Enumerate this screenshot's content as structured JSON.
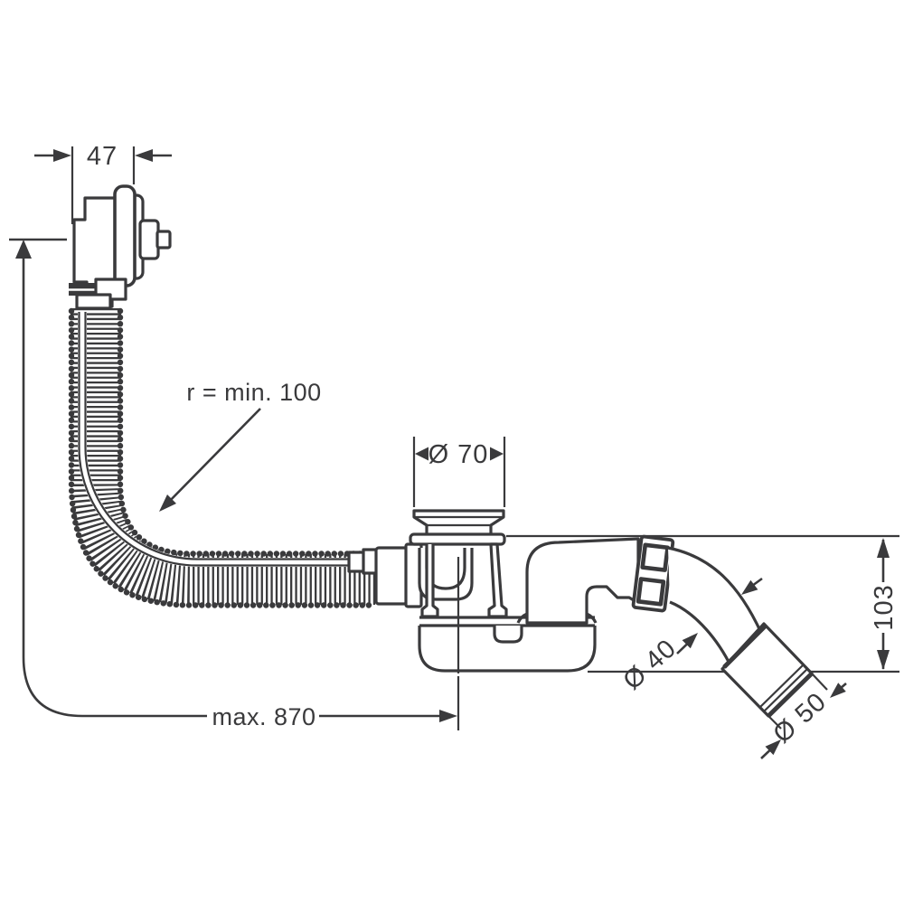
{
  "drawing": {
    "type": "technical-dimension-drawing",
    "colors": {
      "line": "#3a3a3c",
      "background": "#ffffff"
    },
    "dimensions": {
      "overflow_depth": "47",
      "bend_radius": "r = min. 100",
      "flange_diameter": "Ø 70",
      "outlet_height": "103",
      "pipe_diameter": "Ø 40",
      "adapter_diameter": "Ø 50",
      "hose_length": "max. 870"
    }
  }
}
